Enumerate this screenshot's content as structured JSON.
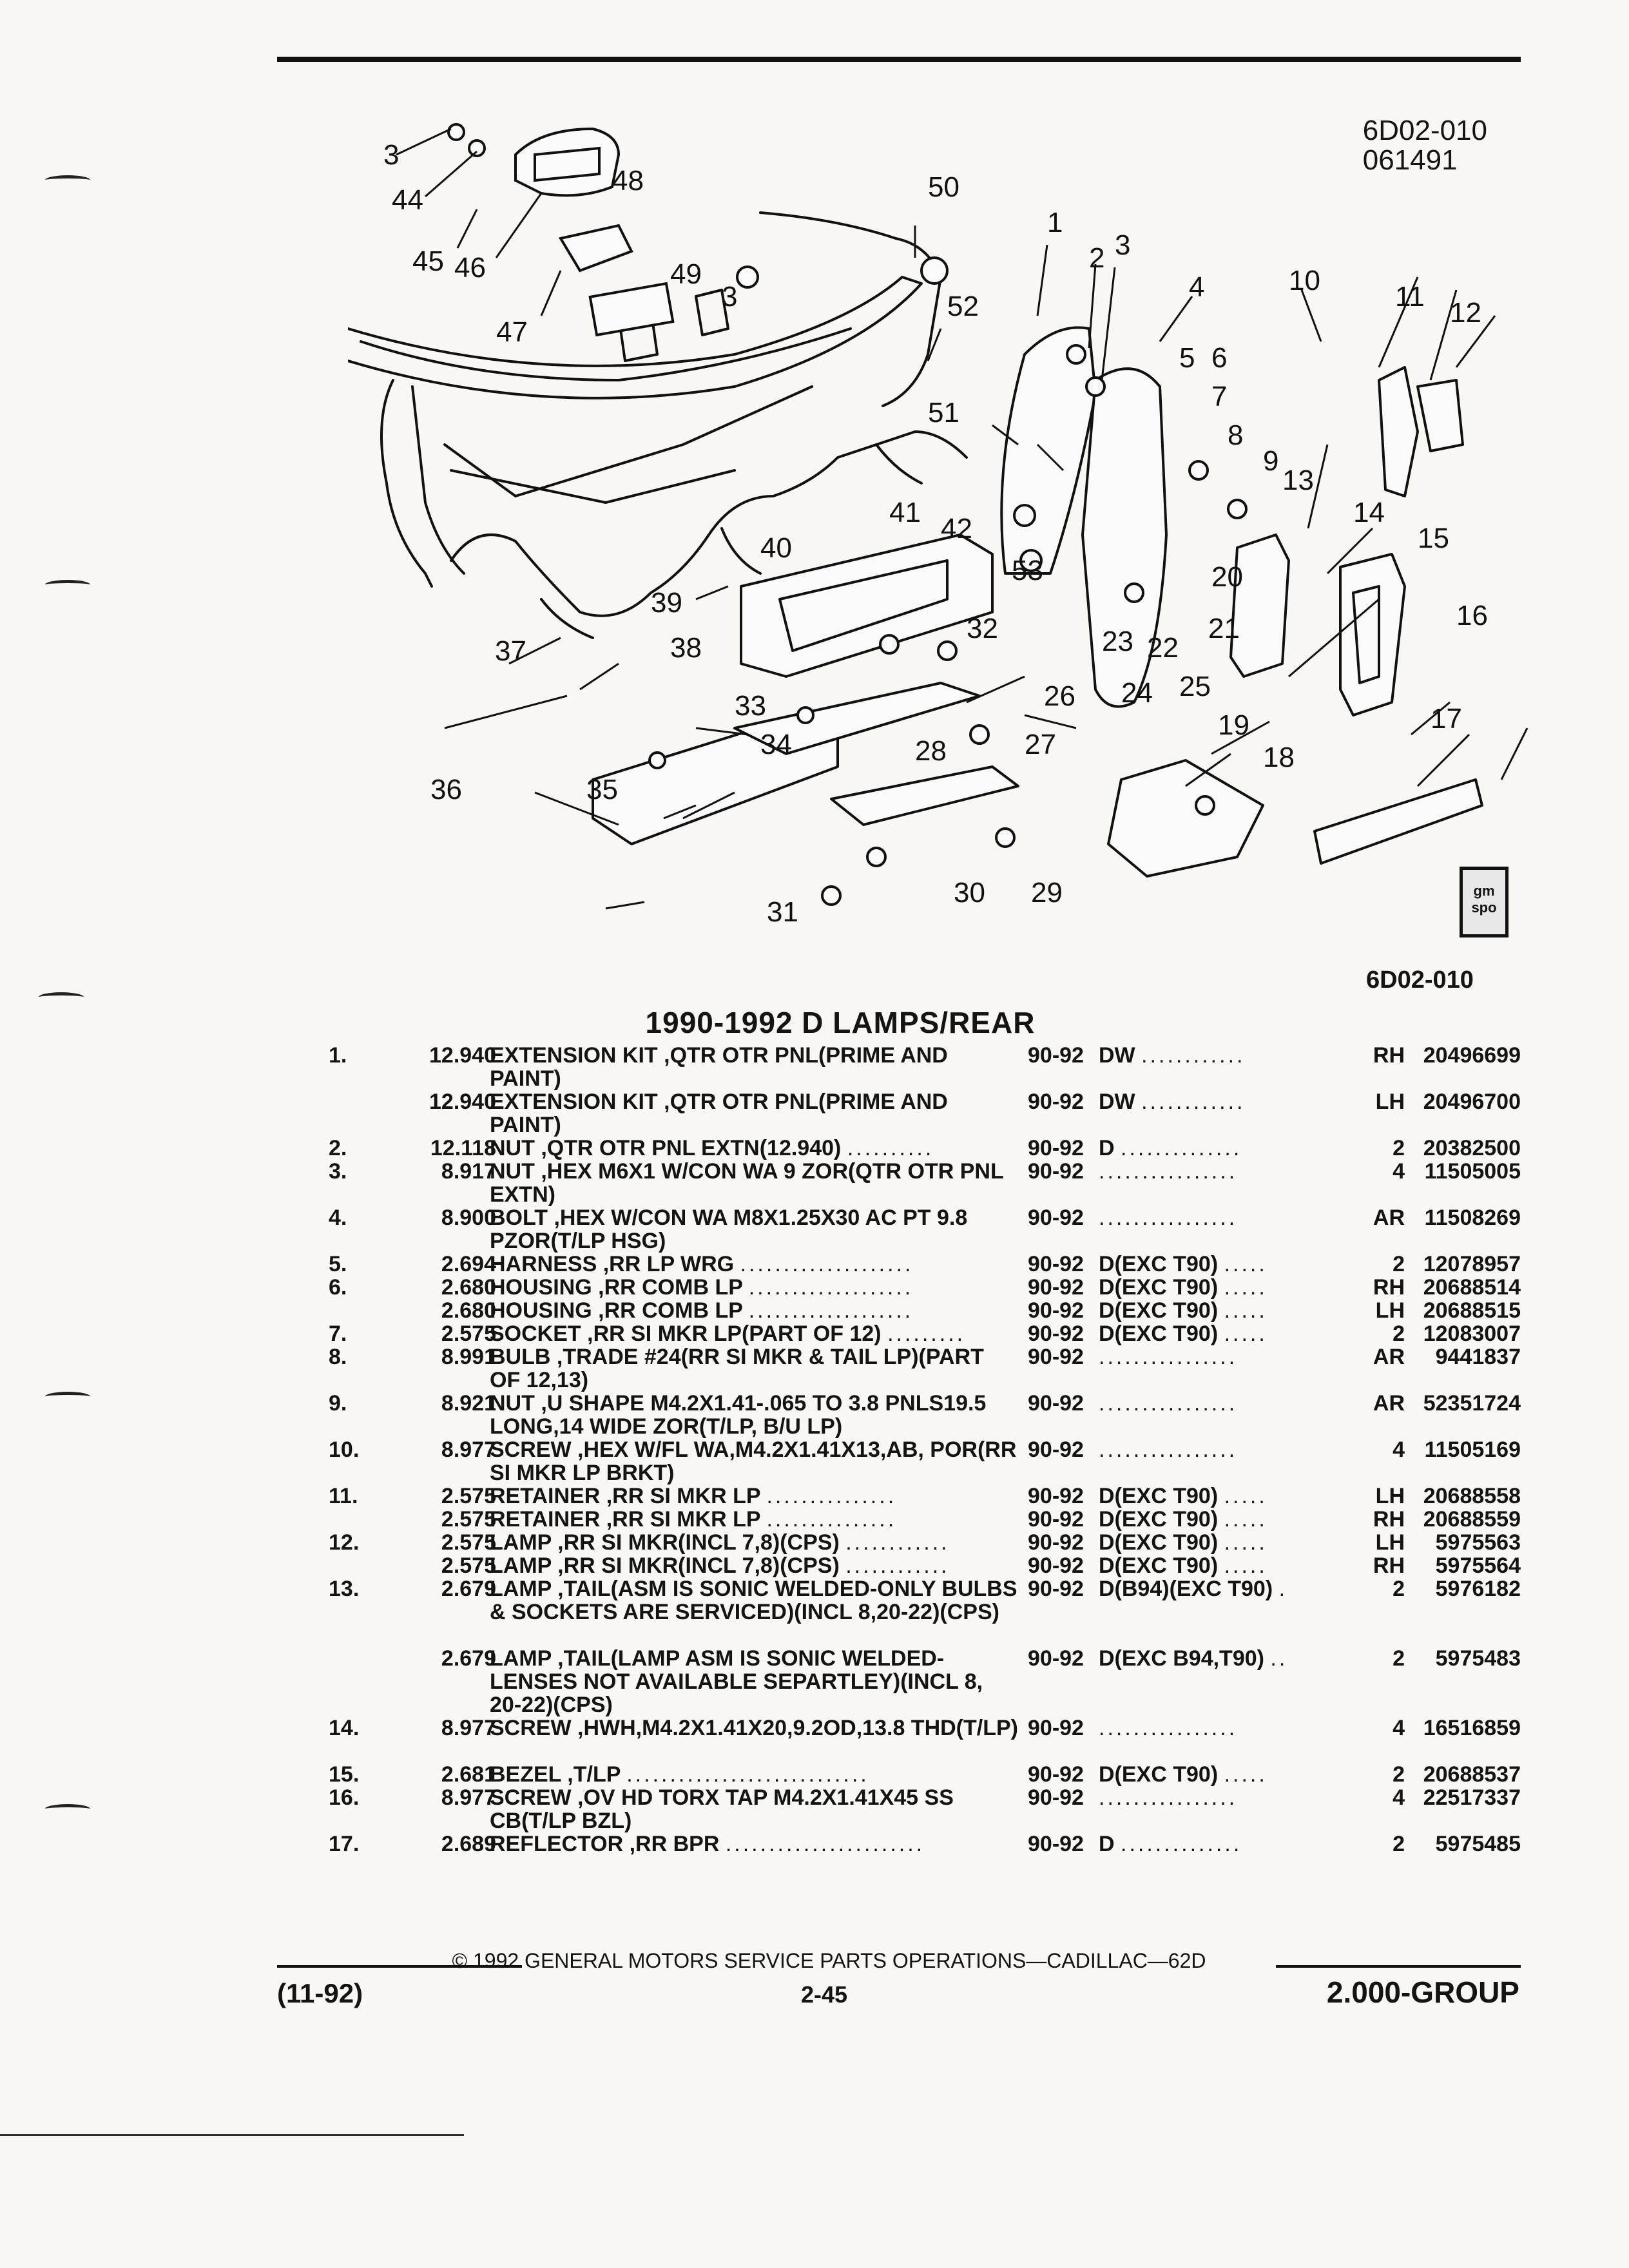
{
  "header": {
    "ref_code": "6D02-010",
    "ref_date": "061491",
    "ref_code_bottom": "6D02-010",
    "logo_text": "gm spo"
  },
  "diagram": {
    "callouts": [
      "1",
      "2",
      "3",
      "4",
      "5",
      "6",
      "7",
      "8",
      "9",
      "10",
      "11",
      "12",
      "13",
      "14",
      "15",
      "16",
      "17",
      "18",
      "19",
      "20",
      "21",
      "22",
      "23",
      "24",
      "25",
      "26",
      "27",
      "28",
      "29",
      "30",
      "31",
      "32",
      "33",
      "34",
      "35",
      "36",
      "37",
      "38",
      "39",
      "40",
      "41",
      "42",
      "44",
      "45",
      "46",
      "47",
      "48",
      "49",
      "50",
      "51",
      "52",
      "53"
    ]
  },
  "section_title": "1990-1992 D LAMPS/REAR",
  "parts": [
    {
      "num": "1.",
      "ref": "12.940",
      "desc": "EXTENSION KIT ,QTR OTR PNL(PRIME AND PAINT)",
      "years": "90-92",
      "note": "DW",
      "note_dots": "............",
      "qty": "RH",
      "part": "20496699",
      "lines": 2
    },
    {
      "num": "",
      "ref": "12.940",
      "desc": "EXTENSION KIT ,QTR OTR PNL(PRIME AND PAINT)",
      "years": "90-92",
      "note": "DW",
      "note_dots": "............",
      "qty": "LH",
      "part": "20496700",
      "lines": 2
    },
    {
      "num": "2.",
      "ref": "12.118",
      "desc": "NUT ,QTR OTR PNL EXTN(12.940)",
      "desc_dots": "..........",
      "years": "90-92",
      "note": "D",
      "note_dots": "..............",
      "qty": "2",
      "part": "20382500",
      "lines": 1
    },
    {
      "num": "3.",
      "ref": "8.917",
      "desc": "NUT ,HEX M6X1 W/CON WA 9 ZOR(QTR OTR PNL EXTN)",
      "years": "90-92",
      "note": "",
      "note_dots": "................",
      "qty": "4",
      "part": "11505005",
      "lines": 2
    },
    {
      "num": "4.",
      "ref": "8.900",
      "desc": "BOLT ,HEX W/CON WA M8X1.25X30 AC PT 9.8 PZOR(T/LP HSG)",
      "years": "90-92",
      "note": "",
      "note_dots": "................",
      "qty": "AR",
      "part": "11508269",
      "lines": 2
    },
    {
      "num": "5.",
      "ref": "2.694",
      "desc": "HARNESS ,RR LP WRG",
      "desc_dots": "....................",
      "years": "90-92",
      "note": "D(EXC T90)",
      "note_dots": ".....",
      "qty": "2",
      "part": "12078957",
      "lines": 1
    },
    {
      "num": "6.",
      "ref": "2.680",
      "desc": "HOUSING ,RR COMB LP",
      "desc_dots": "...................",
      "years": "90-92",
      "note": "D(EXC T90)",
      "note_dots": ".....",
      "qty": "RH",
      "part": "20688514",
      "lines": 1
    },
    {
      "num": "",
      "ref": "2.680",
      "desc": "HOUSING ,RR COMB LP",
      "desc_dots": "...................",
      "years": "90-92",
      "note": "D(EXC T90)",
      "note_dots": ".....",
      "qty": "LH",
      "part": "20688515",
      "lines": 1
    },
    {
      "num": "7.",
      "ref": "2.575",
      "desc": "SOCKET ,RR SI MKR LP(PART OF 12)",
      "desc_dots": ".........",
      "years": "90-92",
      "note": "D(EXC T90)",
      "note_dots": ".....",
      "qty": "2",
      "part": "12083007",
      "lines": 1
    },
    {
      "num": "8.",
      "ref": "8.991",
      "desc": "BULB ,TRADE #24(RR SI MKR & TAIL LP)(PART OF 12,13)",
      "years": "90-92",
      "note": "",
      "note_dots": "................",
      "qty": "AR",
      "part": "9441837",
      "lines": 2
    },
    {
      "num": "9.",
      "ref": "8.921",
      "desc": "NUT ,U SHAPE M4.2X1.41-.065 TO 3.8 PNLS19.5 LONG,14 WIDE ZOR(T/LP, B/U LP)",
      "years": "90-92",
      "note": "",
      "note_dots": "................",
      "qty": "AR",
      "part": "52351724",
      "lines": 2
    },
    {
      "num": "10.",
      "ref": "8.977",
      "desc": "SCREW ,HEX W/FL WA,M4.2X1.41X13,AB, POR(RR SI MKR LP BRKT)",
      "years": "90-92",
      "note": "",
      "note_dots": "................",
      "qty": "4",
      "part": "11505169",
      "lines": 2
    },
    {
      "num": "11.",
      "ref": "2.575",
      "desc": "RETAINER ,RR SI MKR LP",
      "desc_dots": "...............",
      "years": "90-92",
      "note": "D(EXC T90)",
      "note_dots": ".....",
      "qty": "LH",
      "part": "20688558",
      "lines": 1
    },
    {
      "num": "",
      "ref": "2.575",
      "desc": "RETAINER ,RR SI MKR LP",
      "desc_dots": "...............",
      "years": "90-92",
      "note": "D(EXC T90)",
      "note_dots": ".....",
      "qty": "RH",
      "part": "20688559",
      "lines": 1
    },
    {
      "num": "12.",
      "ref": "2.575",
      "desc": "LAMP ,RR SI MKR(INCL 7,8)(CPS)",
      "desc_dots": "............",
      "years": "90-92",
      "note": "D(EXC T90)",
      "note_dots": ".....",
      "qty": "LH",
      "part": "5975563",
      "lines": 1
    },
    {
      "num": "",
      "ref": "2.575",
      "desc": "LAMP ,RR SI MKR(INCL 7,8)(CPS)",
      "desc_dots": "............",
      "years": "90-92",
      "note": "D(EXC T90)",
      "note_dots": ".....",
      "qty": "RH",
      "part": "5975564",
      "lines": 1
    },
    {
      "num": "13.",
      "ref": "2.679",
      "desc": "LAMP ,TAIL(ASM IS SONIC WELDED-ONLY BULBS & SOCKETS ARE SERVICED)(INCL 8,20-22)(CPS)",
      "years": "90-92",
      "note": "D(B94)(EXC T90)",
      "note_dots": ".",
      "qty": "2",
      "part": "5976182",
      "lines": 3
    },
    {
      "num": "",
      "ref": "2.679",
      "desc": "LAMP ,TAIL(LAMP ASM IS SONIC WELDED-LENSES NOT AVAILABLE SEPARTLEY)(INCL 8, 20-22)(CPS)",
      "years": "90-92",
      "note": "D(EXC B94,T90)",
      "note_dots": "..",
      "qty": "2",
      "part": "5975483",
      "lines": 3
    },
    {
      "num": "14.",
      "ref": "8.977",
      "desc": "SCREW ,HWH,M4.2X1.41X20,9.2OD,13.8 THD(T/LP)",
      "years": "90-92",
      "note": "",
      "note_dots": "................",
      "qty": "4",
      "part": "16516859",
      "lines": 2
    },
    {
      "num": "15.",
      "ref": "2.681",
      "desc": "BEZEL ,T/LP",
      "desc_dots": "............................",
      "years": "90-92",
      "note": "D(EXC T90)",
      "note_dots": ".....",
      "qty": "2",
      "part": "20688537",
      "lines": 1
    },
    {
      "num": "16.",
      "ref": "8.977",
      "desc": "SCREW ,OV HD TORX TAP M4.2X1.41X45 SS CB(T/LP BZL)",
      "years": "90-92",
      "note": "",
      "note_dots": "................",
      "qty": "4",
      "part": "22517337",
      "lines": 2
    },
    {
      "num": "17.",
      "ref": "2.689",
      "desc": "REFLECTOR ,RR BPR",
      "desc_dots": ".......................",
      "years": "90-92",
      "note": "D",
      "note_dots": "..............",
      "qty": "2",
      "part": "5975485",
      "lines": 1
    }
  ],
  "footer": {
    "copyright": "© 1992 GENERAL MOTORS SERVICE PARTS OPERATIONS—CADILLAC—62D",
    "date": "(11-92)",
    "page": "2-45",
    "group": "2.000-GROUP"
  }
}
